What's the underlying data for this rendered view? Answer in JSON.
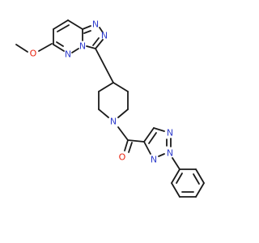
{
  "molecule": {
    "colors": {
      "bond": "#1a1a1a",
      "nitrogen": "#2f3dcc",
      "oxygen": "#e8220f",
      "background": "#ffffff"
    },
    "atoms": {
      "methoxy_o": {
        "symbol": "O",
        "element": "oxygen"
      },
      "pyridazine_n1": {
        "symbol": "N",
        "element": "nitrogen"
      },
      "pyridazine_n2": {
        "symbol": "N",
        "element": "nitrogen"
      },
      "triazole_n3": {
        "symbol": "N",
        "element": "nitrogen"
      },
      "triazole_n4": {
        "symbol": "N",
        "element": "nitrogen"
      },
      "piperidine_n": {
        "symbol": "N",
        "element": "nitrogen"
      },
      "carbonyl_o": {
        "symbol": "O",
        "element": "oxygen"
      },
      "phenyl_triazole_n1": {
        "symbol": "N",
        "element": "nitrogen"
      },
      "phenyl_triazole_n2": {
        "symbol": "N",
        "element": "nitrogen"
      },
      "phenyl_triazole_n3": {
        "symbol": "N",
        "element": "nitrogen"
      }
    }
  }
}
